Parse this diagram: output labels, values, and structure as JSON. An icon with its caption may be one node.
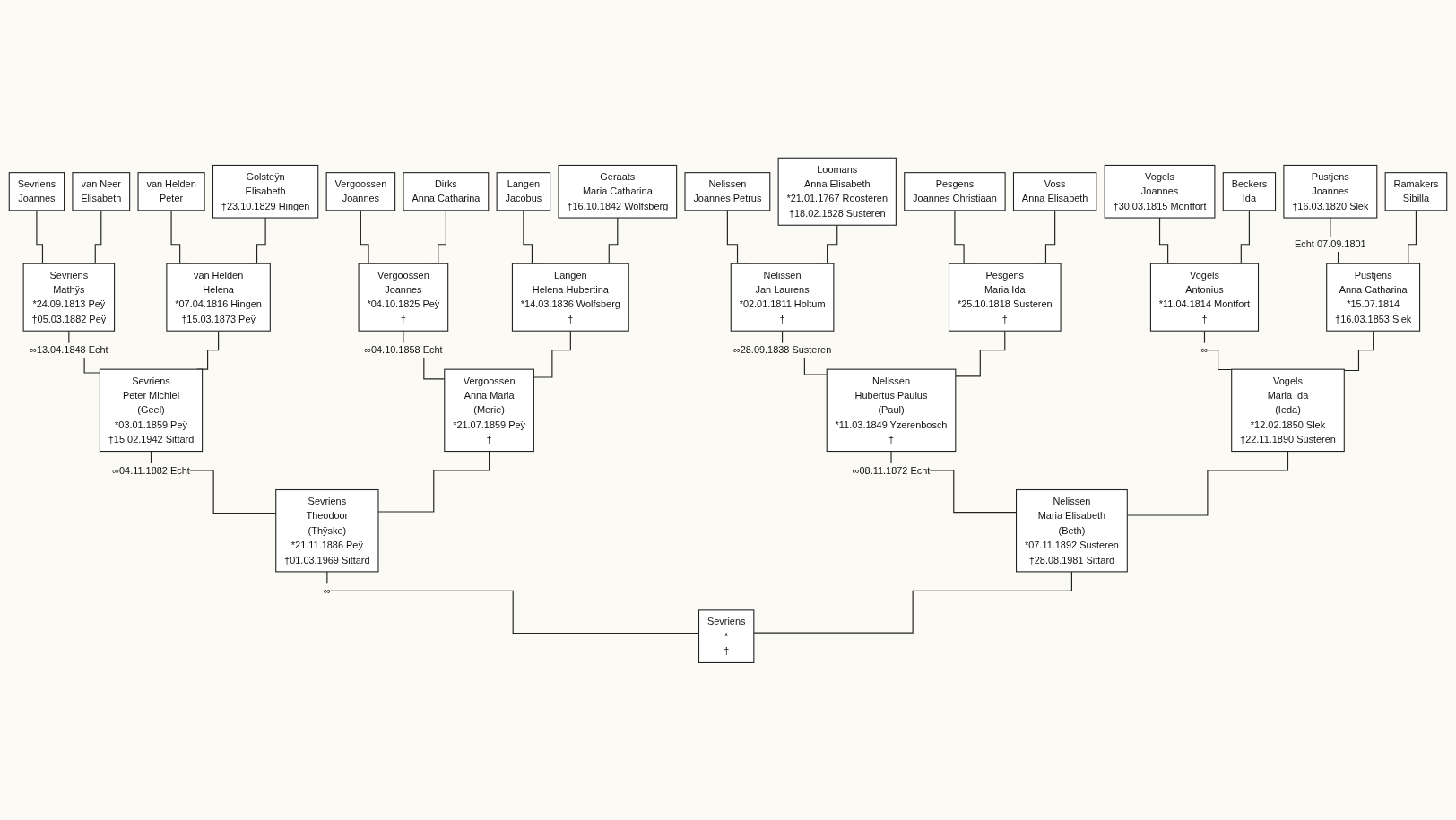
{
  "diagram": {
    "nodes": [
      {
        "text": [
          "Sevriens",
          "Joannes"
        ]
      },
      {
        "text": [
          "van Neer",
          "Elisabeth"
        ]
      },
      {
        "text": [
          "van Helden",
          "Peter"
        ]
      },
      {
        "text": [
          "Golsteÿn",
          "Elisabeth",
          "†23.10.1829 Hingen"
        ]
      },
      {
        "text": [
          "Vergoossen",
          "Joannes"
        ]
      },
      {
        "text": [
          "Dirks",
          "Anna Catharina"
        ]
      },
      {
        "text": [
          "Langen",
          "Jacobus"
        ]
      },
      {
        "text": [
          "Geraats",
          "Maria Catharina",
          "†16.10.1842 Wolfsberg"
        ]
      },
      {
        "text": [
          "Nelissen",
          "Joannes Petrus"
        ]
      },
      {
        "text": [
          "Loomans",
          "Anna Elisabeth",
          "*21.01.1767 Roosteren",
          "†18.02.1828 Susteren"
        ]
      },
      {
        "text": [
          "Pesgens",
          "Joannes Christiaan"
        ]
      },
      {
        "text": [
          "Voss",
          "Anna Elisabeth"
        ]
      },
      {
        "text": [
          "Vogels",
          "Joannes",
          "†30.03.1815 Montfort"
        ]
      },
      {
        "text": [
          "Beckers",
          "Ida"
        ]
      },
      {
        "text": [
          "Pustjens",
          "Joannes",
          "†16.03.1820 Slek"
        ]
      },
      {
        "text": [
          "Ramakers",
          "Sibilla"
        ]
      },
      {
        "text": [
          "Sevriens",
          "Mathÿs",
          "*24.09.1813 Peÿ",
          "†05.03.1882 Peÿ"
        ]
      },
      {
        "text": [
          "van Helden",
          "Helena",
          "*07.04.1816 Hingen",
          "†15.03.1873 Peÿ"
        ]
      },
      {
        "text": [
          "Vergoossen",
          "Joannes",
          "*04.10.1825 Peÿ",
          "†"
        ]
      },
      {
        "text": [
          "Langen",
          "Helena Hubertina",
          "*14.03.1836 Wolfsberg",
          "†"
        ]
      },
      {
        "text": [
          "Nelissen",
          "Jan Laurens",
          "*02.01.1811 Holtum",
          "†"
        ]
      },
      {
        "text": [
          "Pesgens",
          "Maria Ida",
          "*25.10.1818 Susteren",
          "†"
        ]
      },
      {
        "text": [
          "Vogels",
          "Antonius",
          "*11.04.1814 Montfort",
          "†"
        ]
      },
      {
        "text": [
          "Pustjens",
          "Anna Catharina",
          "*15.07.1814",
          "†16.03.1853 Slek"
        ]
      },
      {
        "text": [
          "Sevriens",
          "Peter Michiel",
          "(Geel)",
          "*03.01.1859 Peÿ",
          "†15.02.1942 Sittard"
        ]
      },
      {
        "text": [
          "Vergoossen",
          "Anna Maria",
          "(Merie)",
          "*21.07.1859 Peÿ",
          "†"
        ]
      },
      {
        "text": [
          "Nelissen",
          "Hubertus Paulus",
          "(Paul)",
          "*11.03.1849 Yzerenbosch",
          "†"
        ]
      },
      {
        "text": [
          "Vogels",
          "Maria Ida",
          "(Ieda)",
          "*12.02.1850 Slek",
          "†22.11.1890 Susteren"
        ]
      },
      {
        "text": [
          "Sevriens",
          "Theodoor",
          "(Thÿske)",
          "*21.11.1886 Peÿ",
          "†01.03.1969 Sittard"
        ]
      },
      {
        "text": [
          "Nelissen",
          "Maria Elisabeth",
          "(Beth)",
          "*07.11.1892 Susteren",
          "†28.08.1981 Sittard"
        ]
      },
      {
        "text": [
          "Sevriens",
          "*",
          "†"
        ]
      }
    ],
    "edges": [
      {
        "from": 0,
        "to": 16,
        "arrow": "none"
      },
      {
        "from": 1,
        "to": 16,
        "arrow": "none"
      },
      {
        "from": 2,
        "to": 17,
        "arrow": "none"
      },
      {
        "from": 3,
        "to": 17,
        "arrow": "none"
      },
      {
        "from": 4,
        "to": 18,
        "arrow": "none"
      },
      {
        "from": 5,
        "to": 18,
        "arrow": "none"
      },
      {
        "from": 6,
        "to": 19,
        "arrow": "none"
      },
      {
        "from": 7,
        "to": 19,
        "arrow": "none"
      },
      {
        "from": 8,
        "to": 20,
        "arrow": "none"
      },
      {
        "from": 9,
        "to": 20,
        "arrow": "none"
      },
      {
        "from": 10,
        "to": 21,
        "arrow": "none"
      },
      {
        "from": 11,
        "to": 21,
        "arrow": "none"
      },
      {
        "from": 12,
        "to": 22,
        "arrow": "none"
      },
      {
        "from": 13,
        "to": 22,
        "arrow": "none"
      },
      {
        "from": 14,
        "to": 23,
        "arrow": "none",
        "label": "Echt 07.09.1801"
      },
      {
        "from": 15,
        "to": 23,
        "arrow": "none"
      },
      {
        "from": 16,
        "to": 24,
        "arrow": "none",
        "label": "∞13.04.1848 Echt"
      },
      {
        "from": 17,
        "to": 24,
        "arrow": "none"
      },
      {
        "from": 18,
        "to": 25,
        "arrow": "none",
        "label": "∞04.10.1858 Echt"
      },
      {
        "from": 19,
        "to": 25,
        "arrow": "none"
      },
      {
        "from": 20,
        "to": 26,
        "arrow": "none",
        "label": "∞28.09.1838 Susteren"
      },
      {
        "from": 21,
        "to": 26,
        "arrow": "none"
      },
      {
        "from": 22,
        "to": 27,
        "arrow": "none",
        "label": "∞"
      },
      {
        "from": 23,
        "to": 27,
        "arrow": "none"
      },
      {
        "from": 24,
        "to": 28,
        "arrow": "none",
        "label": "∞04.11.1882 Echt"
      },
      {
        "from": 25,
        "to": 28,
        "arrow": "none"
      },
      {
        "from": 26,
        "to": 29,
        "arrow": "none",
        "label": "∞08.11.1872 Echt"
      },
      {
        "from": 27,
        "to": 29,
        "arrow": "none"
      },
      {
        "from": 28,
        "to": 30,
        "arrow": "none",
        "label": "∞"
      },
      {
        "from": 29,
        "to": 30,
        "arrow": "none"
      }
    ]
  }
}
